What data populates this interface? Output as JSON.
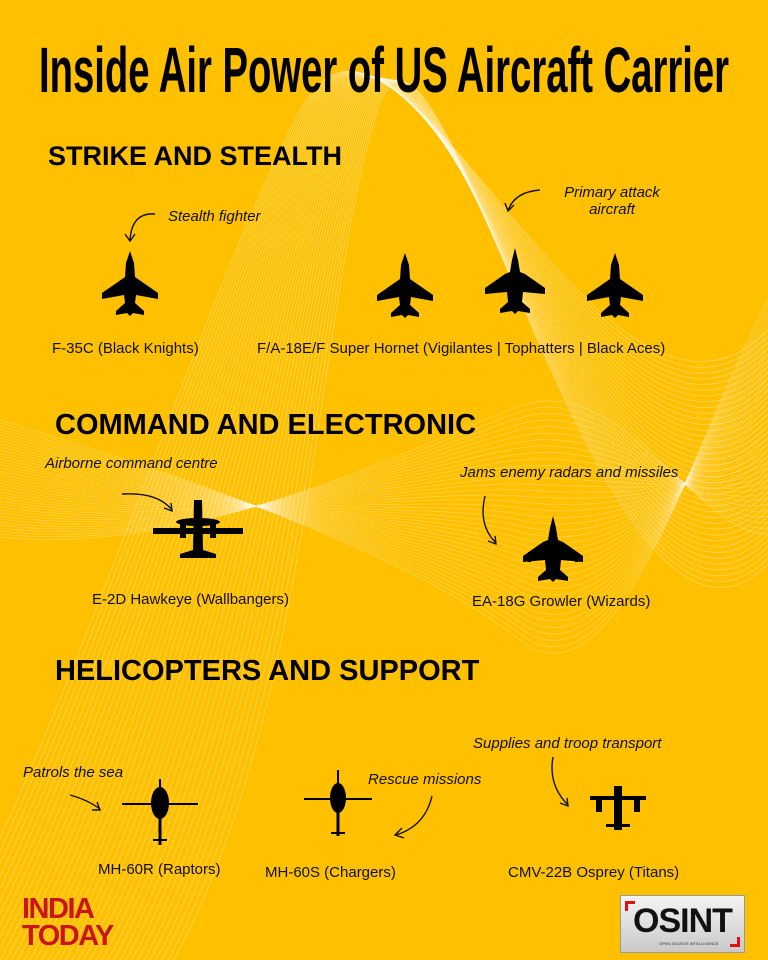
{
  "title": "Inside Air Power of US Aircraft Carrier",
  "colors": {
    "background": "#FFC000",
    "text": "#111111",
    "brand_red": "#C8161D"
  },
  "sections": [
    {
      "heading": "STRIKE AND STEALTH",
      "notes": [
        "Stealth fighter",
        "Primary attack",
        "aircraft"
      ],
      "labels": [
        "F-35C (Black Knights)",
        "F/A-18E/F Super Hornet (Vigilantes | Tophatters | Black Aces)"
      ]
    },
    {
      "heading": "COMMAND AND ELECTRONIC",
      "notes": [
        "Airborne command centre",
        "Jams enemy radars and missiles"
      ],
      "labels": [
        "E-2D Hawkeye (Wallbangers)",
        "EA-18G Growler (Wizards)"
      ]
    },
    {
      "heading": "HELICOPTERS AND SUPPORT",
      "notes": [
        "Patrols the sea",
        "Rescue missions",
        "Supplies and troop transport"
      ],
      "labels": [
        "MH-60R (Raptors)",
        "MH-60S (Chargers)",
        "CMV-22B Osprey (Titans)"
      ]
    }
  ],
  "logos": {
    "india_today": [
      "INDIA",
      "TODAY"
    ],
    "osint": "OSINT",
    "osint_tagline": "OPEN SOURCE INTELLIGENCE"
  }
}
